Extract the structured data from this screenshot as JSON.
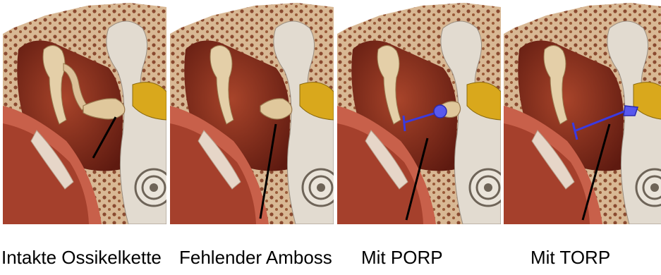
{
  "figure": {
    "panels": [
      {
        "caption": "Intakte Ossikelkette",
        "variant": "intact"
      },
      {
        "caption": "Fehlender Amboss",
        "variant": "missing-incus"
      },
      {
        "caption": "Mit PORP",
        "variant": "porp"
      },
      {
        "caption": "Mit TORP",
        "variant": "torp"
      }
    ],
    "colors": {
      "bone": "#dcc3a0",
      "bone_pores": "#8a4a30",
      "cavity": "#7a2616",
      "tissue": "#c0614a",
      "membrane": "#e8d4c4",
      "cochlea": "#e0d8cc",
      "nerve": "#d9a81c",
      "prosthesis": "#3a3ae0",
      "arrow": "#000000"
    }
  }
}
